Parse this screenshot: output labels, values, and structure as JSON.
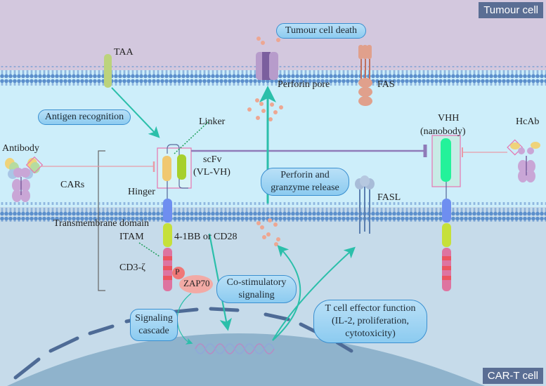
{
  "regions": {
    "tumour_cell_label": "Tumour cell",
    "cart_cell_label": "CAR-T cell"
  },
  "labels": {
    "taa": "TAA",
    "perforin_pore": "Perforin pore",
    "fas": "FAS",
    "antibody": "Antibody",
    "cars": "CARs",
    "linker": "Linker",
    "scfv": "scFv",
    "scfv_sub": "(VL-VH)",
    "hinger": "Hinger",
    "transmembrane": "Transmembrane domain",
    "itam": "ITAM",
    "costim_domain": "4-1BB or CD28",
    "cd3z": "CD3-ζ",
    "p": "P",
    "zap70": "ZAP70",
    "fasl": "FASL",
    "vhh": "VHH",
    "vhh_sub": "(nanobody)",
    "hcab": "HcAb"
  },
  "callouts": {
    "tumour_death": "Tumour cell death",
    "antigen_recognition": "Antigen recognition",
    "perforin_release_1": "Perforin and",
    "perforin_release_2": "granzyme release",
    "costim_1": "Co-stimulatory",
    "costim_2": "signaling",
    "signaling_1": "Signaling",
    "signaling_2": "cascade",
    "effector_1": "T cell effector function",
    "effector_2": "(IL-2, proliferation,",
    "effector_3": "cytotoxicity)"
  },
  "colors": {
    "tumour_bg": "#d3c8de",
    "extracellular_bg": "#cdeefa",
    "cytoplasm_bg": "#c6dbea",
    "membrane": "#5b8fcc",
    "arrow": "#2bbfaa",
    "hinge": "#6e8ef0",
    "costim": "#c6e03a",
    "cd3z": "#de74a0",
    "itam_band": "#ec5560",
    "vl": "#f0c870",
    "vh": "#a6d02c",
    "vhh": "#23f29a",
    "nucleus": "#8fb3cc"
  }
}
